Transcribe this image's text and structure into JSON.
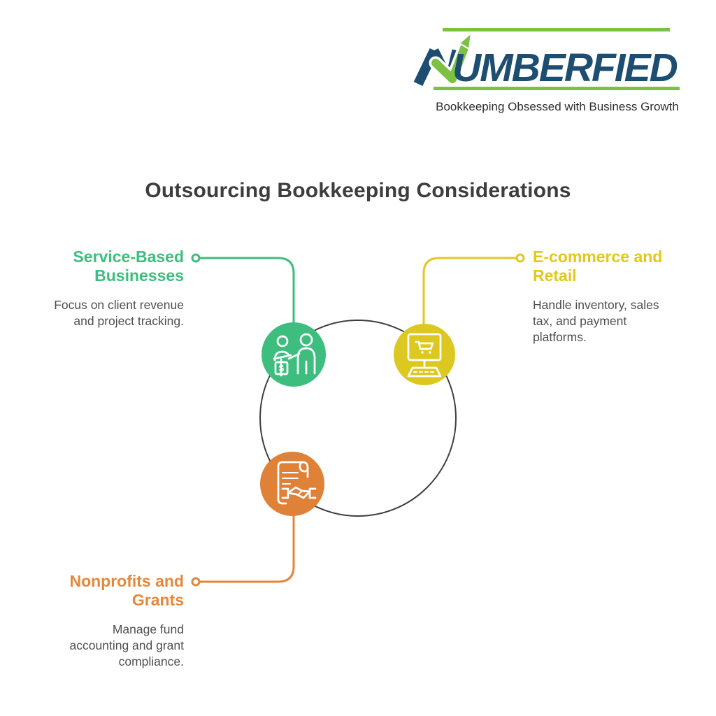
{
  "logo": {
    "brand": "NUMBERFIED",
    "brand_rest": "UMBERFIED",
    "tagline": "Bookkeeping Obsessed with Business Growth",
    "accent_green": "#7cc142",
    "text_blue": "#1d4d71"
  },
  "title": "Outsourcing Bookkeeping Considerations",
  "diagram": {
    "type": "circular-cycle",
    "ring_color": "#3f3f3f",
    "dollar_glyph": "$",
    "nodes": [
      {
        "id": "service-based-businesses",
        "label": "Service-Based Businesses",
        "description": "Focus on client revenue and project tracking.",
        "color": "#3ebe7e",
        "icon": "people-dollar-icon",
        "position": "top-left"
      },
      {
        "id": "ecommerce-and-retail",
        "label": "E-commerce and Retail",
        "description": "Handle inventory, sales tax, and payment platforms.",
        "color": "#e2c81e",
        "icon": "monitor-cart-icon",
        "position": "top-right"
      },
      {
        "id": "nonprofits-and-grants",
        "label": "Nonprofits and Grants",
        "description": "Manage fund accounting and grant compliance.",
        "color": "#e2863a",
        "icon": "scroll-handshake-icon",
        "position": "bottom-left"
      }
    ]
  }
}
